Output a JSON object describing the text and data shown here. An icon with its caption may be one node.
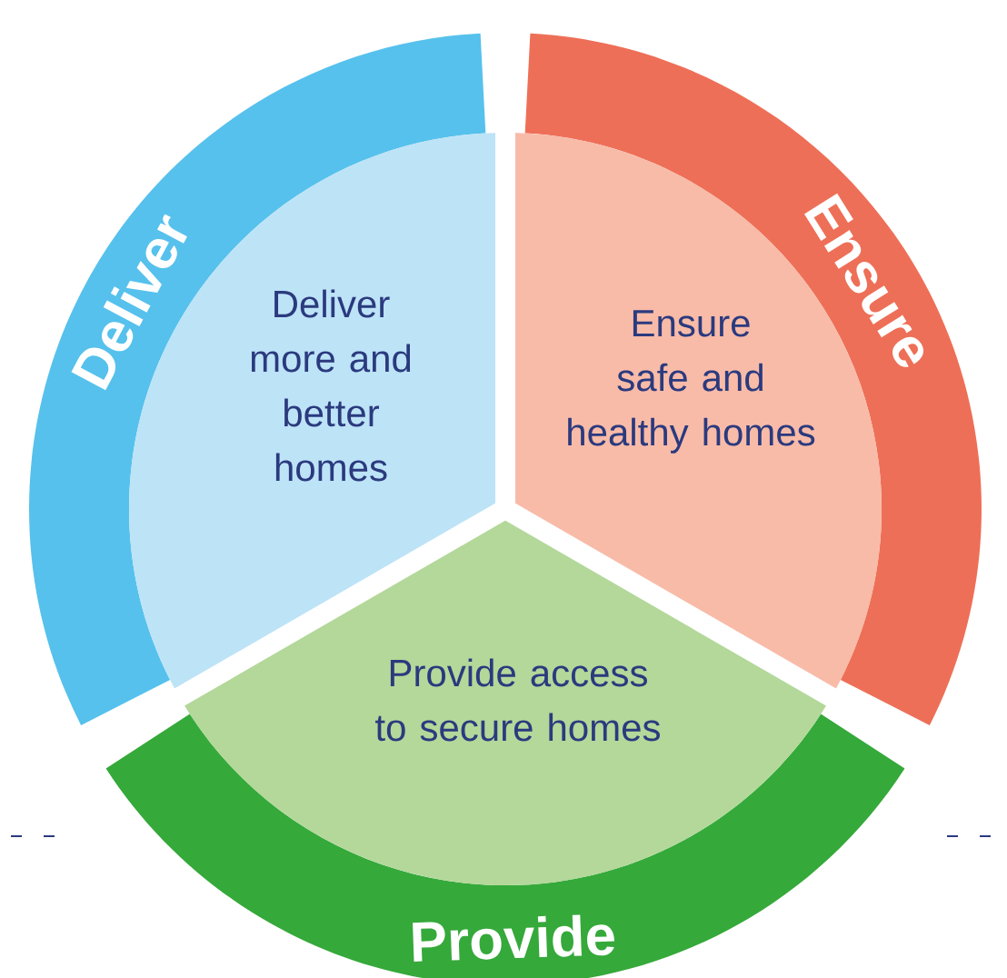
{
  "diagram": {
    "nodes": [
      {
        "text": [
          "Deliver"
        ]
      },
      {
        "text": [
          "Ensure"
        ]
      },
      {
        "text": [
          "Provide"
        ]
      },
      {
        "text": [
          "Deliver more and better homes"
        ]
      },
      {
        "text": [
          "Ensure safe and healthy homes"
        ]
      },
      {
        "text": [
          "Provide access to secure homes"
        ]
      }
    ]
  }
}
